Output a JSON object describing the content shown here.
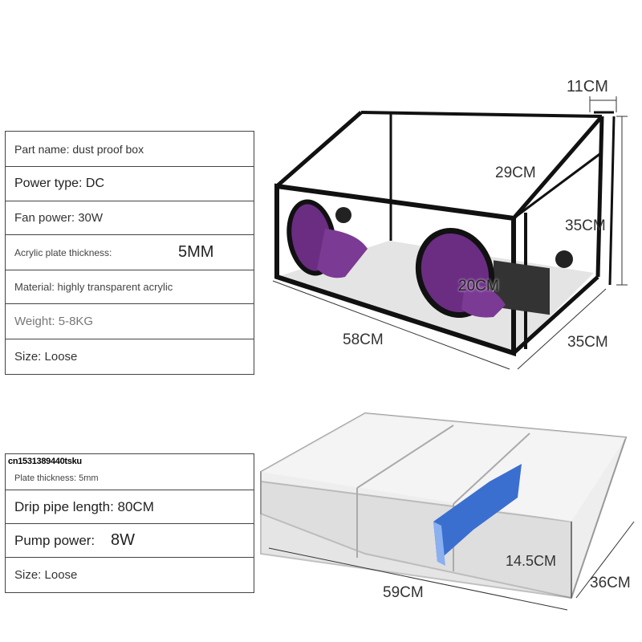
{
  "top_specs": {
    "part_name": "Part name: dust proof box",
    "power_type": "Power type: DC",
    "fan_power": "Fan power: 30W",
    "acrylic_thickness": "Acrylic plate thickness:",
    "acrylic_value": "5MM",
    "material": "Material: highly transparent acrylic",
    "weight": "Weight: 5-8KG",
    "size": "Size: Loose"
  },
  "bottom_specs": {
    "watermark": "cn1531389440tsku",
    "plate_thickness": "Plate thickness: 5mm",
    "drip_pipe": "Drip pipe length: 80CM",
    "pump_power": "Pump power:",
    "pump_value": "8W",
    "size": "Size: Loose"
  },
  "top_dimensions": {
    "depth_top": "11CM",
    "slope": "29CM",
    "height": "35CM",
    "port": "20CM",
    "length": "58CM",
    "width": "35CM"
  },
  "bottom_dimensions": {
    "height": "14.5CM",
    "length": "59CM",
    "width": "36CM"
  },
  "colors": {
    "frame": "#111111",
    "port_purple": "#6a2d82",
    "tray_blue": "#3a6fd0",
    "table_border": "#444444"
  }
}
